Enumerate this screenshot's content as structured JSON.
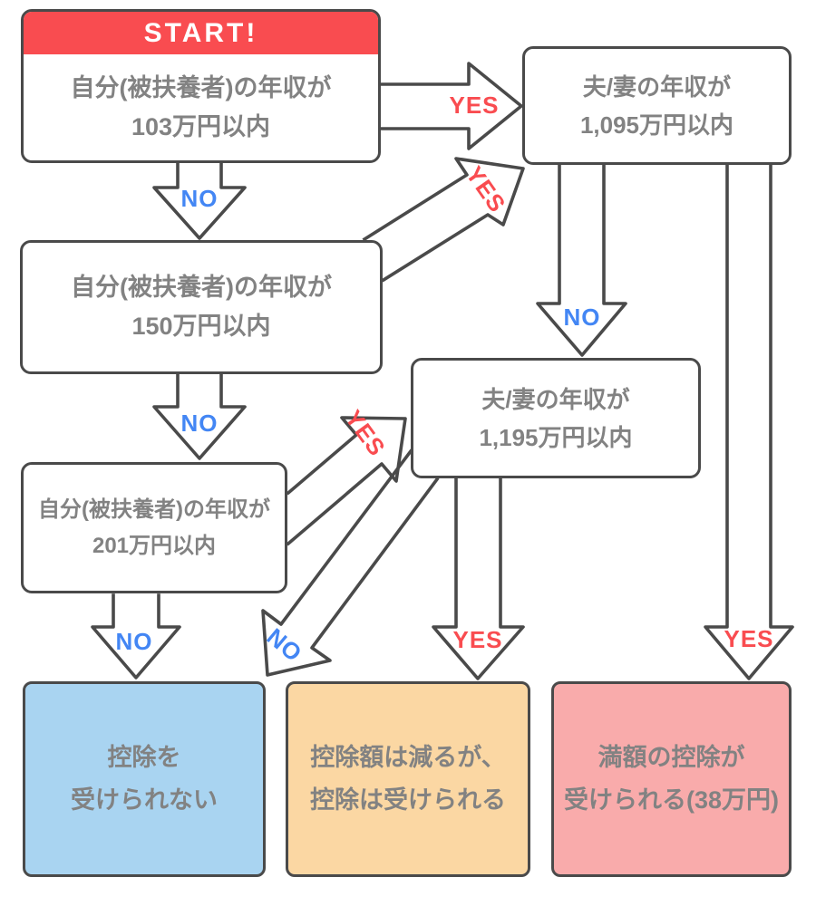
{
  "diagram": {
    "type": "flowchart",
    "language": "ja",
    "topic": "spousal tax deduction eligibility"
  },
  "colors": {
    "outline": "#4a4a4a",
    "node_text_gray": "#828282",
    "start_header_red": "#f94c50",
    "yes_label_red": "#f94c50",
    "no_label_blue": "#4386f4",
    "result_no_deduction_blue": "#a9d4f1",
    "result_partial_orange": "#fbd7a3",
    "result_full_pink": "#f9abab"
  },
  "nodes": {
    "start": {
      "header": "START!",
      "line1": "自分(被扶養者)の年収が",
      "line2": "103万円以内"
    },
    "income150": {
      "line1": "自分(被扶養者)の年収が",
      "line2": "150万円以内"
    },
    "income201": {
      "line1": "自分(被扶養者)の年収が",
      "line2": "201万円以内"
    },
    "spouse1095": {
      "line1": "夫/妻の年収が",
      "line2": "1,095万円以内"
    },
    "spouse1195": {
      "line1": "夫/妻の年収が",
      "line2": "1,195万円以内"
    },
    "noDeduction": {
      "line1": "控除を",
      "line2": "受けられない"
    },
    "partialDeduction": {
      "line1": "控除額は減るが、",
      "line2": "控除は受けられる"
    },
    "fullDeduction": {
      "line1": "満額の控除が",
      "line2": "受けられる(38万円)"
    }
  },
  "edges": [
    {
      "id": "e1",
      "from": "start",
      "to": "spouse1095",
      "label": "YES"
    },
    {
      "id": "e2",
      "from": "start",
      "to": "income150",
      "label": "NO"
    },
    {
      "id": "e3",
      "from": "income150",
      "to": "spouse1095",
      "label": "YES"
    },
    {
      "id": "e4",
      "from": "income150",
      "to": "income201",
      "label": "NO"
    },
    {
      "id": "e5",
      "from": "income201",
      "to": "spouse1195",
      "label": "YES"
    },
    {
      "id": "e6",
      "from": "income201",
      "to": "noDeduction",
      "label": "NO"
    },
    {
      "id": "e7",
      "from": "spouse1095",
      "to": "spouse1195",
      "label": "NO"
    },
    {
      "id": "e8",
      "from": "spouse1095",
      "to": "fullDeduction",
      "label": "YES"
    },
    {
      "id": "e9",
      "from": "spouse1195",
      "to": "partialDeduction",
      "label": "YES"
    },
    {
      "id": "e10",
      "from": "spouse1195",
      "to": "noDeduction",
      "label": "NO"
    }
  ]
}
